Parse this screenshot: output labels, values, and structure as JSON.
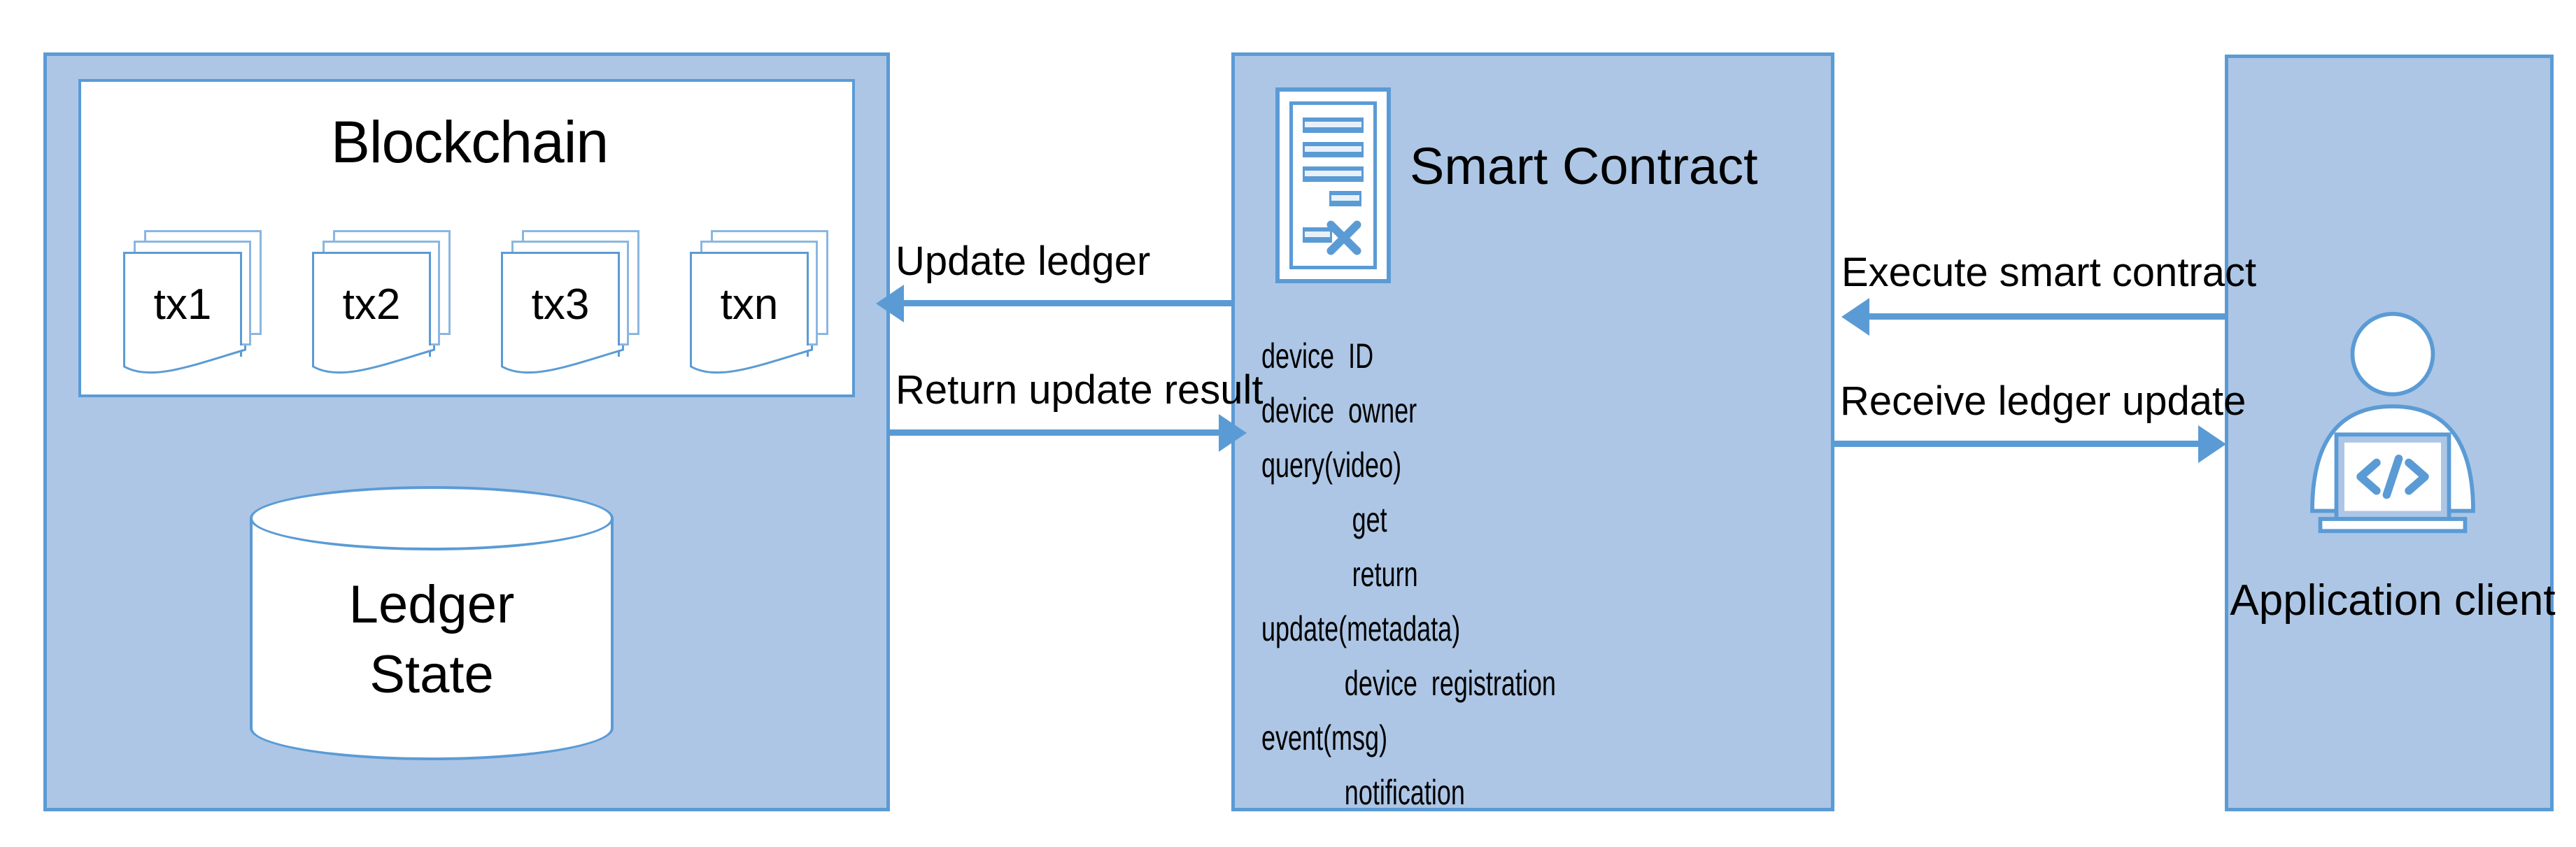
{
  "diagram": {
    "title": "Blockchain smart contract architecture",
    "colors": {
      "panel_fill": "#adc6e5",
      "panel_border": "#5b9bd5",
      "arrow": "#5b9bd5",
      "shape_fill": "#ffffff",
      "text": "#000000"
    }
  },
  "blockchain": {
    "title": "Blockchain",
    "transactions": [
      {
        "label": "tx1"
      },
      {
        "label": "tx2"
      },
      {
        "label": "tx3"
      },
      {
        "label": "txn"
      }
    ],
    "ledger": {
      "line1": "Ledger",
      "line2": "State"
    }
  },
  "smart_contract": {
    "title": "Smart Contract",
    "icon_name": "contract-document-icon",
    "code_lines": [
      {
        "text": "device  ID",
        "indent": 0
      },
      {
        "text": "device  owner",
        "indent": 0
      },
      {
        "text": "query(video)",
        "indent": 0
      },
      {
        "text": "get",
        "indent": 2
      },
      {
        "text": "return",
        "indent": 2
      },
      {
        "text": "update(metadata)",
        "indent": 0
      },
      {
        "text": "device  registration",
        "indent": 1
      },
      {
        "text": "event(msg)",
        "indent": 0
      },
      {
        "text": "notification",
        "indent": 1
      }
    ]
  },
  "client": {
    "label": "Application client",
    "icon_name": "developer-laptop-icon"
  },
  "arrows": [
    {
      "id": "update-ledger",
      "label": "Update ledger",
      "direction": "left"
    },
    {
      "id": "return-update-result",
      "label": "Return update result",
      "direction": "right"
    },
    {
      "id": "execute-smart-contract",
      "label": "Execute  smart contract",
      "direction": "left"
    },
    {
      "id": "receive-ledger-update",
      "label": "Receive ledger update",
      "direction": "right"
    }
  ]
}
